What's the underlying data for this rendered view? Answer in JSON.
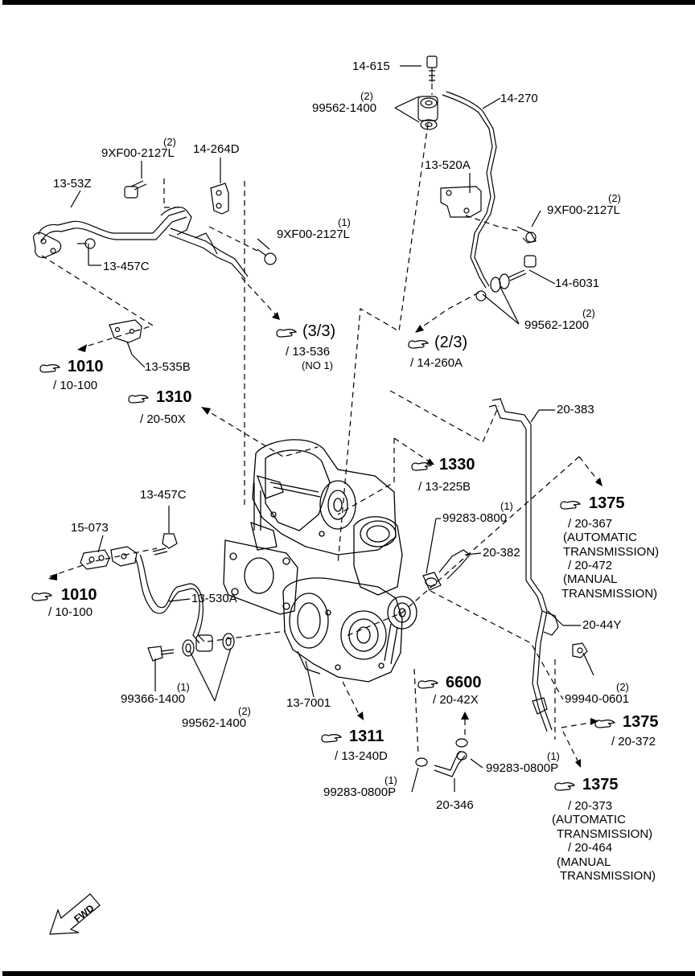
{
  "parts": {
    "p14615": "14-615",
    "p99562_1400_top": "99562-1400",
    "p99562_1400_top_qty": "(2)",
    "p14270": "14-270",
    "p9xf00_a": "9XF00-2127L",
    "p9xf00_a_qty": "(2)",
    "p14264d": "14-264D",
    "p1353z": "13-53Z",
    "p9xf00_b": "9XF00-2127L",
    "p9xf00_b_qty": "(1)",
    "p13457c_top": "13-457C",
    "p13520a": "13-520A",
    "p9xf00_c": "9XF00-2127L",
    "p9xf00_c_qty": "(2)",
    "p146031": "14-6031",
    "p99562_1200": "99562-1200",
    "p99562_1200_qty": "(2)",
    "p13535b": "13-535B",
    "p20383": "20-383",
    "p13457c_mid": "13-457C",
    "p15073": "15-073",
    "p99283_0800": "99283-0800",
    "p99283_0800_qty": "(1)",
    "p20382": "20-382",
    "p13530a": "13-530A",
    "p2044y": "20-44Y",
    "p99366_1400": "99366-1400",
    "p99366_1400_qty": "(1)",
    "p99562_1400_bot": "99562-1400",
    "p99562_1400_bot_qty": "(2)",
    "p137001": "13-7001",
    "p99940_0601": "99940-0601",
    "p99940_0601_qty": "(2)",
    "p99283_0800p_r": "99283-0800P",
    "p99283_0800p_r_qty": "(1)",
    "p99283_0800p_l": "99283-0800P",
    "p99283_0800p_l_qty": "(1)",
    "p20346": "20-346"
  },
  "refs": {
    "r33": {
      "num": "(3/3)",
      "sub": [
        "/ 13-536",
        "(NO 1)"
      ]
    },
    "r23": {
      "num": "(2/3)",
      "sub": [
        "/ 14-260A"
      ]
    },
    "r1010a": {
      "num": "1010",
      "sub": [
        "/ 10-100"
      ]
    },
    "r1310": {
      "num": "1310",
      "sub": [
        "/ 20-50X"
      ]
    },
    "r1330": {
      "num": "1330",
      "sub": [
        "/ 13-225B"
      ]
    },
    "r1375a": {
      "num": "1375",
      "sub": [
        "/ 20-367",
        "(AUTOMATIC",
        "TRANSMISSION)",
        "/ 20-472",
        "(MANUAL",
        "TRANSMISSION)"
      ]
    },
    "r1010b": {
      "num": "1010",
      "sub": [
        "/ 10-100"
      ]
    },
    "r6600": {
      "num": "6600",
      "sub": [
        "/ 20-42X"
      ]
    },
    "r1375b": {
      "num": "1375",
      "sub": [
        "/ 20-372"
      ]
    },
    "r1311": {
      "num": "1311",
      "sub": [
        "/ 13-240D"
      ]
    },
    "r1375c": {
      "num": "1375",
      "sub": [
        "/ 20-373",
        "(AUTOMATIC",
        "TRANSMISSION)",
        "/ 20-464",
        "(MANUAL",
        "TRANSMISSION)"
      ]
    }
  },
  "fwd_label": "FWD"
}
